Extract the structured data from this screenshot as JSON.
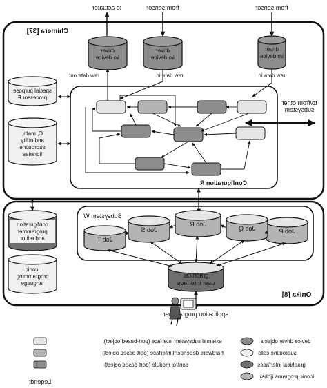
{
  "inputs": {
    "from_sensor_1": "from sensor",
    "from_sensor_2": "from sensor",
    "to_actuator": "to actuator"
  },
  "chimera": {
    "label": "Chimera [37]",
    "drivers": [
      {
        "line1": "driver",
        "line2": "i/o device"
      },
      {
        "line1": "driver",
        "line2": "i/o device"
      },
      {
        "line1": "driver",
        "line2": "i/o device"
      }
    ],
    "raw_data_in_1": "raw data in",
    "raw_data_in_2": "raw data in",
    "raw_data_out": "raw data out",
    "subsystem_link": {
      "line1": "to/from other",
      "line2": "subsystem"
    },
    "configuration_label": "Configuration R",
    "special_purpose": {
      "line1": "special purpose",
      "line2": "processor F"
    },
    "subroutines": {
      "line1": "C, math,",
      "line2": "and utility",
      "line3": "subroutine",
      "line4": "libraries"
    }
  },
  "onika": {
    "label": "Onika [8]",
    "subsystem_label": "Subsystem W",
    "jobs": [
      "Job P",
      "Job Q",
      "Job R",
      "Job S",
      "Job T"
    ],
    "gui": {
      "line1": "graphical",
      "line2": "user interface"
    },
    "config_programmer": {
      "line1": "configuration",
      "line2": "programmer",
      "line3": "and editor"
    },
    "iconic": {
      "line1": "iconic",
      "line2": "programming",
      "line3": "language"
    },
    "app_programmer": "application programmer"
  },
  "legend": {
    "title": "Legend:",
    "items": [
      "external subsystem interface (port-based object)",
      "hardware dependent interface (port-based object)",
      "control module (port-based object)",
      "device driver objects",
      "subroutine calls",
      "graphical interfaces",
      "iconic programs (jobs)"
    ]
  },
  "colors": {
    "light": "#e6e6e6",
    "mid": "#b4b4b4",
    "dark": "#8c8c8c",
    "darker": "#6e6e6e",
    "line": "#111111"
  }
}
